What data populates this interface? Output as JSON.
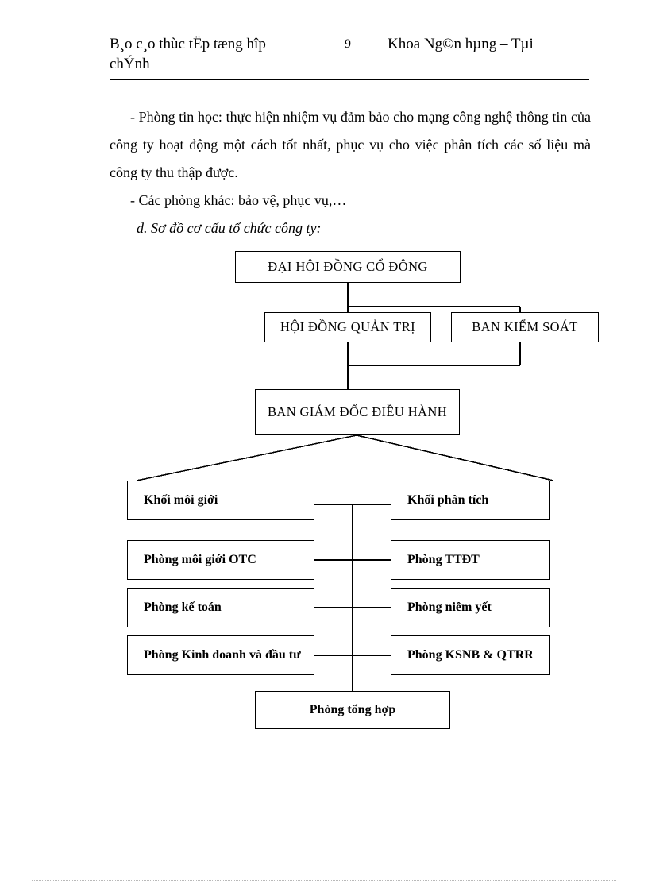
{
  "header": {
    "left_line1": "B¸o c¸o thùc tËp tæng hîp",
    "left_line2": "chÝnh",
    "page_number": "9",
    "right": "Khoa Ng©n hµng – Tµi"
  },
  "body": {
    "paragraph_1": "- Phòng tin học: thực hiện nhiệm vụ đảm bảo cho mạng công nghệ thông tin của công ty hoạt động một cách tốt nhất, phục vụ cho việc phân tích các số liệu mà công ty thu thập được.",
    "paragraph_2": "-  Các phòng khác: bảo vệ, phục vụ,…",
    "paragraph_3": "d. Sơ đồ cơ cấu tổ chức công ty:"
  },
  "chart_data": {
    "type": "diagram",
    "title": "Sơ đồ cơ cấu tổ chức công ty",
    "nodes": [
      {
        "id": "dhdcd",
        "label": "ĐẠI HỘI ĐỒNG CỔ ĐÔNG",
        "level": 1,
        "case": "upper"
      },
      {
        "id": "hdqt",
        "label": "HỘI ĐỒNG QUẢN TRỊ",
        "level": 2,
        "case": "upper"
      },
      {
        "id": "bks",
        "label": "BAN KIỂM SOÁT",
        "level": 2,
        "case": "upper"
      },
      {
        "id": "bgddh",
        "label": "BAN GIÁM ĐỐC ĐIỀU HÀNH",
        "level": 3,
        "case": "upper"
      },
      {
        "id": "kmg",
        "label": "Khối môi giới",
        "level": 4,
        "case": "lower"
      },
      {
        "id": "kpt",
        "label": "Khối phân tích",
        "level": 4,
        "case": "lower"
      },
      {
        "id": "pmgotc",
        "label": "Phòng môi giới OTC",
        "level": 5,
        "case": "lower"
      },
      {
        "id": "pttdt",
        "label": "Phòng TTĐT",
        "level": 5,
        "case": "lower"
      },
      {
        "id": "pkt",
        "label": "Phòng kế toán",
        "level": 6,
        "case": "lower"
      },
      {
        "id": "pny",
        "label": "Phòng niêm yết",
        "level": 6,
        "case": "lower"
      },
      {
        "id": "pkddt",
        "label": "Phòng Kinh doanh và đầu tư",
        "level": 7,
        "case": "lower"
      },
      {
        "id": "pksnb",
        "label": "Phòng KSNB & QTRR",
        "level": 7,
        "case": "lower"
      },
      {
        "id": "pth",
        "label": "Phòng tổng hợp",
        "level": 8,
        "case": "lower"
      }
    ],
    "edges": [
      {
        "from": "dhdcd",
        "to": "hdqt"
      },
      {
        "from": "dhdcd",
        "to": "bks"
      },
      {
        "from": "hdqt",
        "to": "bks"
      },
      {
        "from": "hdqt",
        "to": "bgddh"
      },
      {
        "from": "bks",
        "to": "bgddh"
      },
      {
        "from": "bgddh",
        "to": "kmg"
      },
      {
        "from": "bgddh",
        "to": "kpt"
      },
      {
        "from": "kmg",
        "to": "kpt"
      },
      {
        "from": "pmgotc",
        "to": "pttdt"
      },
      {
        "from": "pkt",
        "to": "pny"
      },
      {
        "from": "pkddt",
        "to": "pksnb"
      },
      {
        "from": "kmg",
        "to": "pth"
      }
    ]
  }
}
